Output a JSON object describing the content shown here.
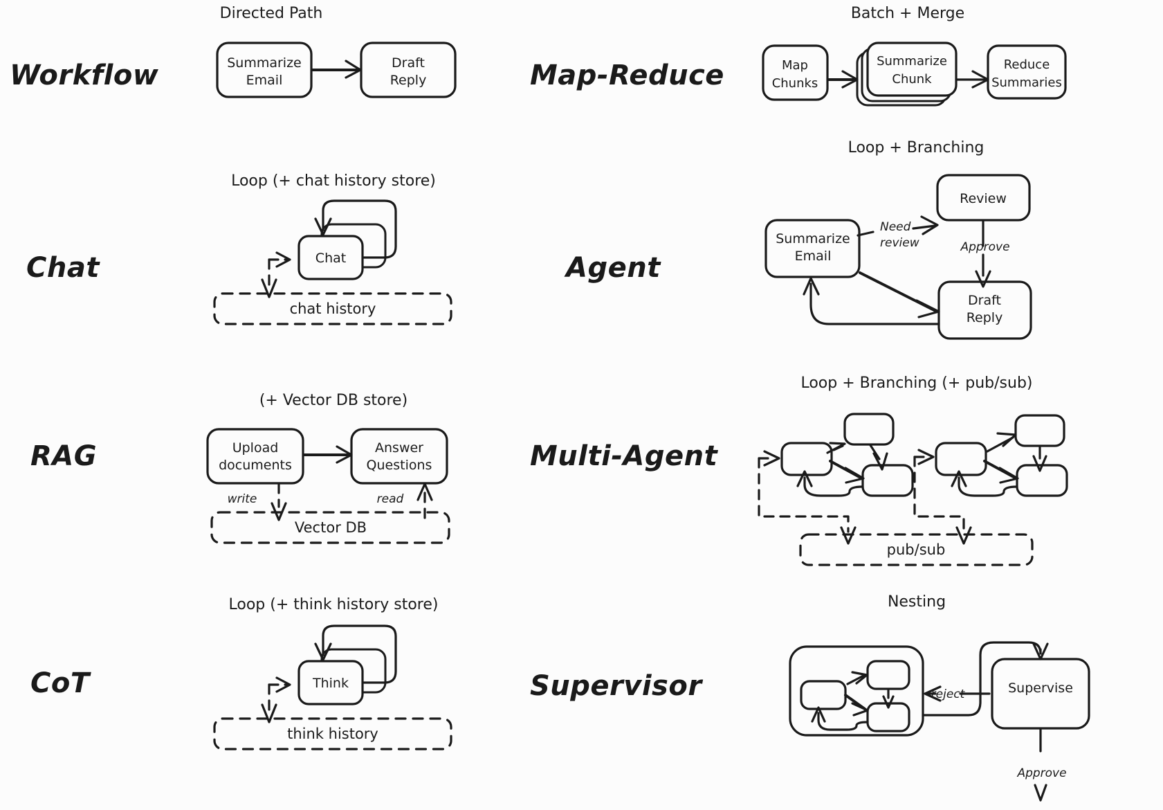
{
  "figure": {
    "background": "#fcfcfc",
    "ink": "#1a1a1a",
    "rows": [
      {
        "id": "workflow",
        "label": "Workflow",
        "caption": "Directed Path",
        "nodes": [
          "Summarize Email",
          "Draft Reply"
        ],
        "edge_labels": [],
        "stores": []
      },
      {
        "id": "map-reduce",
        "label": "Map-Reduce",
        "caption": "Batch + Merge",
        "nodes": [
          "Map Chunks",
          "Summarize Chunk",
          "Reduce Summaries"
        ],
        "edge_labels": [],
        "stores": []
      },
      {
        "id": "chat",
        "label": "Chat",
        "caption": "Loop (+ chat history store)",
        "nodes": [
          "Chat"
        ],
        "edge_labels": [],
        "stores": [
          "chat history"
        ]
      },
      {
        "id": "agent",
        "label": "Agent",
        "caption": "Loop + Branching",
        "nodes": [
          "Summarize Email",
          "Review",
          "Draft Reply"
        ],
        "edge_labels": [
          "Need review",
          "Approve"
        ],
        "stores": []
      },
      {
        "id": "rag",
        "label": "RAG",
        "caption": "(+ Vector DB store)",
        "nodes": [
          "Upload documents",
          "Answer Questions"
        ],
        "edge_labels": [
          "write",
          "read"
        ],
        "stores": [
          "Vector DB"
        ]
      },
      {
        "id": "multi-agent",
        "label": "Multi-Agent",
        "caption": "Loop + Branching (+ pub/sub)",
        "nodes": [],
        "edge_labels": [],
        "stores": [
          "pub/sub"
        ]
      },
      {
        "id": "cot",
        "label": "CoT",
        "caption": "Loop (+ think history store)",
        "nodes": [
          "Think"
        ],
        "edge_labels": [],
        "stores": [
          "think history"
        ]
      },
      {
        "id": "supervisor",
        "label": "Supervisor",
        "caption": "Nesting",
        "nodes": [
          "Supervise"
        ],
        "edge_labels": [
          "reject",
          "Approve"
        ],
        "stores": []
      }
    ]
  },
  "text": {
    "workflow_label": "Workflow",
    "workflow_caption": "Directed Path",
    "workflow_n1_l1": "Summarize",
    "workflow_n1_l2": "Email",
    "workflow_n2_l1": "Draft",
    "workflow_n2_l2": "Reply",
    "mapreduce_label": "Map-Reduce",
    "mapreduce_caption": "Batch + Merge",
    "mapreduce_n1_l1": "Map",
    "mapreduce_n1_l2": "Chunks",
    "mapreduce_n2_l1": "Summarize",
    "mapreduce_n2_l2": "Chunk",
    "mapreduce_n3_l1": "Reduce",
    "mapreduce_n3_l2": "Summaries",
    "chat_label": "Chat",
    "chat_caption": "Loop (+ chat history store)",
    "chat_node": "Chat",
    "chat_store": "chat history",
    "agent_label": "Agent",
    "agent_caption": "Loop + Branching",
    "agent_n1_l1": "Summarize",
    "agent_n1_l2": "Email",
    "agent_n2": "Review",
    "agent_n3_l1": "Draft",
    "agent_n3_l2": "Reply",
    "agent_e1_l1": "Need",
    "agent_e1_l2": "review",
    "agent_e2": "Approve",
    "rag_label": "RAG",
    "rag_caption": "(+ Vector DB store)",
    "rag_n1_l1": "Upload",
    "rag_n1_l2": "documents",
    "rag_n2_l1": "Answer",
    "rag_n2_l2": "Questions",
    "rag_e_write": "write",
    "rag_e_read": "read",
    "rag_store": "Vector DB",
    "multiagent_label": "Multi-Agent",
    "multiagent_caption": "Loop + Branching (+ pub/sub)",
    "multiagent_store": "pub/sub",
    "cot_label": "CoT",
    "cot_caption": "Loop (+ think history store)",
    "cot_node": "Think",
    "cot_store": "think history",
    "supervisor_label": "Supervisor",
    "supervisor_caption": "Nesting",
    "supervisor_node": "Supervise",
    "supervisor_e_reject": "reject",
    "supervisor_e_approve": "Approve"
  }
}
